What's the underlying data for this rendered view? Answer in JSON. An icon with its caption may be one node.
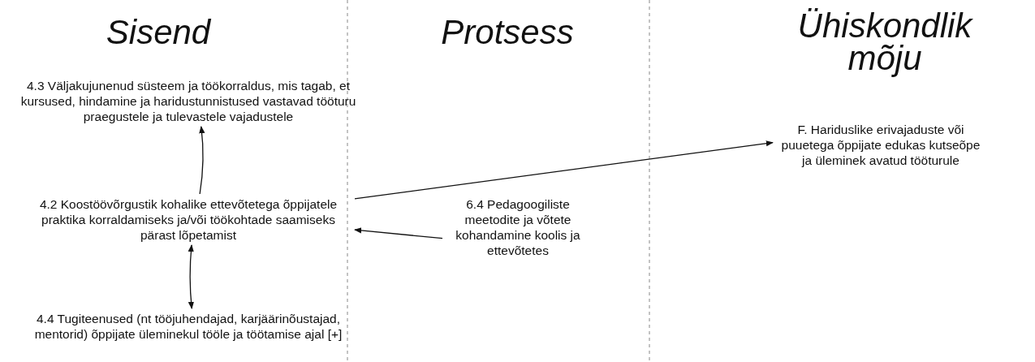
{
  "diagram": {
    "nodes": [
      {
        "text": [
          "4.3 Väljakujunenud süsteem ja töökorraldus, mis tagab, et kursused, hindamine ja haridustunnistused vastavad tööturu praegustele ja tulevastele vajadustele"
        ]
      },
      {
        "text": [
          "4.2 Koostöövõrgustik kohalike ettevõtetega õppijatele praktika korraldamiseks ja/või töökohtade saamiseks pärast lõpetamist"
        ]
      },
      {
        "text": [
          "4.4 Tugiteenused (nt tööjuhendajad, karjäärinõustajad, mentorid) õppijate üleminekul tööle ja töötamise ajal [+]"
        ]
      },
      {
        "text": [
          "6.4 Pedagoogiliste meetodite ja võtete kohandamine koolis ja ettevõtetes"
        ]
      },
      {
        "text": [
          "F. Hariduslike erivajaduste või puuetega õppijate edukas kutseõpe ja üleminek avatud tööturule"
        ]
      }
    ],
    "edges": [
      {
        "from": 1,
        "to": 0,
        "arrow": "to"
      },
      {
        "from": 1,
        "to": 2,
        "arrow": "both"
      },
      {
        "from": 1,
        "to": 4,
        "arrow": "to"
      },
      {
        "from": 3,
        "to": 1,
        "arrow": "to"
      }
    ],
    "labels": [
      "Sisend",
      "Protsess",
      "Ühiskondlik mõju"
    ]
  }
}
